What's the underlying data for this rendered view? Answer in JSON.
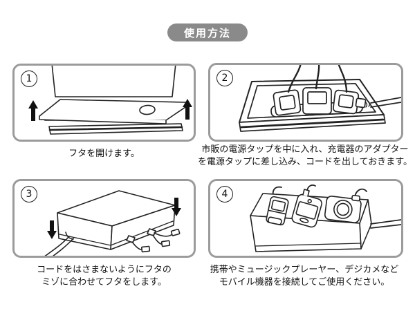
{
  "page": {
    "background": "#ffffff",
    "line_art_color": "#222222",
    "panel_border_color": "#9b9b9b"
  },
  "header": {
    "badge_label": "使用方法",
    "badge_bg": "#8a8a8a",
    "badge_text_color": "#ffffff"
  },
  "panels": [
    {
      "number": "1",
      "illustration": "open-lid",
      "caption_lines": [
        "フタを開けます。"
      ]
    },
    {
      "number": "2",
      "illustration": "power-strip-inside",
      "caption_lines": [
        "市販の電源タップを中に入れ、充電器のアダプター",
        "を電源タップに差し込み、コードを出しておきます。"
      ]
    },
    {
      "number": "3",
      "illustration": "close-lid-with-cords",
      "caption_lines": [
        "コードをはさまないようにフタの",
        "ミゾに合わせてフタをします。"
      ]
    },
    {
      "number": "4",
      "illustration": "connect-mobile-devices",
      "caption_lines": [
        "携帯やミュージックプレーヤー、デジカメなど",
        "モバイル機器を接続してご使用ください。"
      ]
    }
  ]
}
